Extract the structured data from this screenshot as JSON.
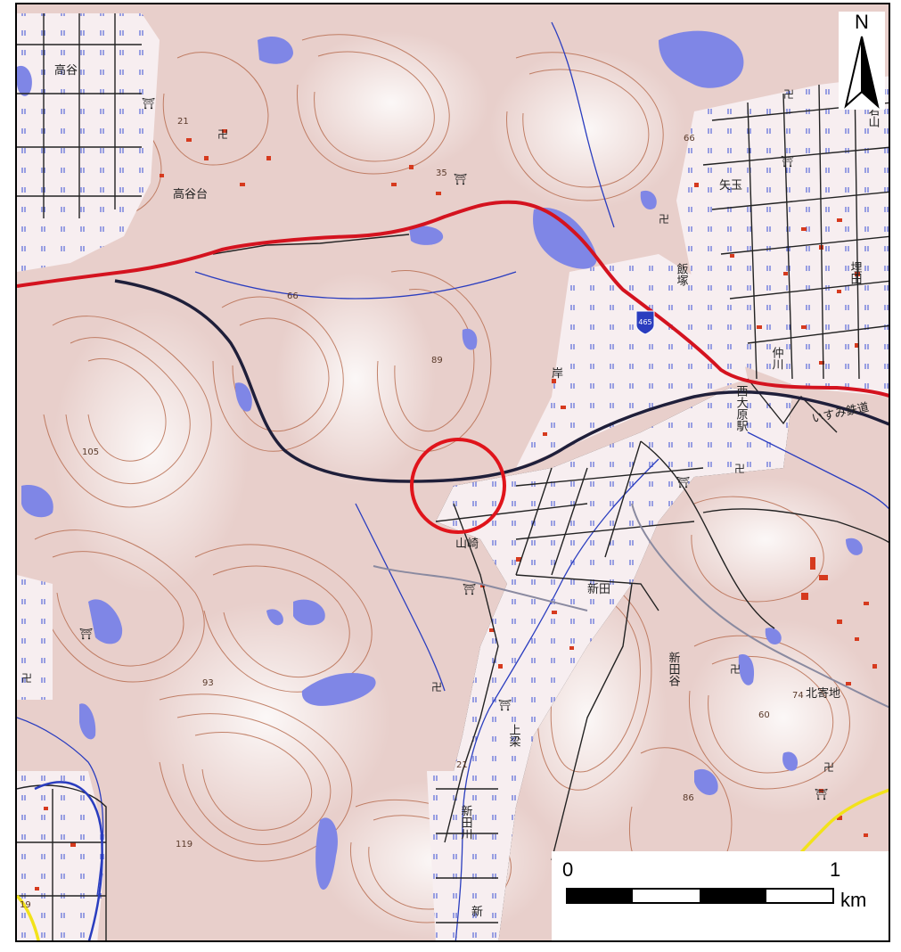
{
  "map": {
    "place_labels": {
      "takaya": "高谷",
      "takayadai": "高谷台",
      "wakayama": "若山",
      "yadama": "矢玉",
      "iizuka": "飯塚",
      "umeda": "埋田",
      "nakagawa": "仲川",
      "kishi": "岸",
      "nishiohara_station": "西大原駅",
      "yamazaki": "山崎",
      "shinden": "新田",
      "shinden_yato": "新田谷",
      "kamiyana": "上梁",
      "kitayosechi": "北寄地",
      "shinden_kawa": "新田川",
      "railway": "いすみ鉄道",
      "shin": "新"
    },
    "elevations": {
      "e21": "21",
      "e35": "35",
      "e66": "66",
      "e65": "66",
      "e89": "89",
      "e105": "105",
      "e93": "93",
      "e74": "74",
      "e60": "60",
      "e21b": "21",
      "e86": "86",
      "e119": "119",
      "e19": "19"
    },
    "route_shield": "465",
    "colors": {
      "relief": "#e6c9c4",
      "contour": "#b5684a",
      "water": "#7f86e6",
      "road_main": "#d4131f",
      "railway": "#1f1f3a",
      "paddy": "#f7eef0",
      "paddy_lines": "#3a4fd4",
      "highlight_circle": "#e0141b",
      "prefectural_road": "#f2e21a"
    }
  },
  "north_arrow": {
    "letter": "N"
  },
  "scale_bar": {
    "start": "0",
    "end": "1",
    "unit": "km"
  }
}
